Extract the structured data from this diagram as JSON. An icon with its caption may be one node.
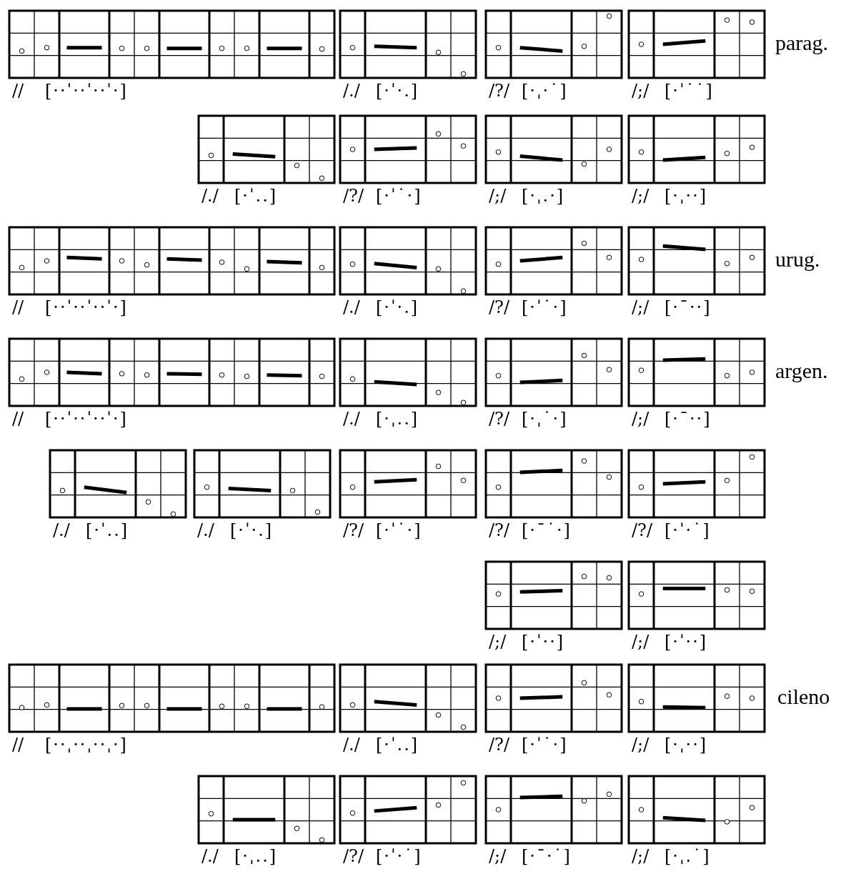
{
  "diagram": {
    "labels": [
      "parag.",
      "//",
      "[··ˈ··ˈ··ˈ·]",
      "/./",
      "[·ˈ·.]",
      "/?/",
      "[·ˌ·˙]",
      "/;/",
      "[·ˈ˙˙]",
      "/./",
      "[·ˈ..]",
      "/?/",
      "[·ˈ˙·]",
      "/;/",
      "[·ˌ.·]",
      "/;/",
      "[·ˌ··]",
      "urug.",
      "//",
      "[··ˈ··ˈ··ˈ·]",
      "/./",
      "[·ˈ·.]",
      "/?/",
      "[·ˈ˙·]",
      "/;/",
      "[·ˉ··]",
      "argen.",
      "//",
      "[··ˈ··ˈ··ˈ·]",
      "/./",
      "[·ˌ..]",
      "/?/",
      "[·ˌ˙·]",
      "/;/",
      "[·ˉ··]",
      "/./",
      "[·ˈ..]",
      "/./",
      "[·ˈ·.]",
      "/?/",
      "[·ˈ˙·]",
      "/?/",
      "[·ˉ˙·]",
      "/?/",
      "[·ˈ·˙]",
      "/;/",
      "[·ˈ··]",
      "/;/",
      "[·ˈ··]",
      "cileno",
      "//",
      "[··ˌ··ˌ··ˌ·]",
      "/./",
      "[·ˈ..]",
      "/?/",
      "[·ˈ˙·]",
      "/;/",
      "[·ˌ··]",
      "/./",
      "[·ˌ..]",
      "/?/",
      "[·ˈ·˙]",
      "/;/",
      "[·ˉ·˙]",
      "/;/",
      "[·ˌ.˙]"
    ]
  }
}
